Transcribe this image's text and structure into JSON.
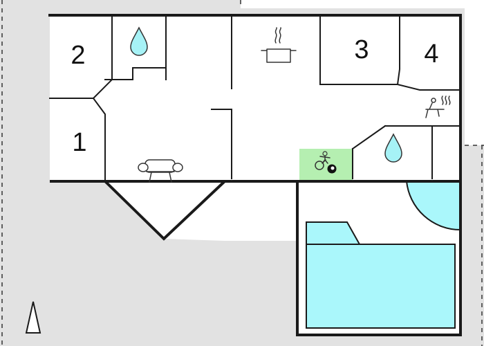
{
  "plan": {
    "rooms": [
      {
        "id": "bedroom-1",
        "label": "1"
      },
      {
        "id": "bedroom-2",
        "label": "2"
      },
      {
        "id": "bedroom-3",
        "label": "3"
      },
      {
        "id": "bedroom-4",
        "label": "4"
      }
    ],
    "icons": [
      "water-drop-icon",
      "stove-pot-icon",
      "sofa-icon",
      "sauna-icon",
      "table-tennis-billiards-icon",
      "north-arrow-icon"
    ],
    "colors": {
      "background_grey": "#e2e2e2",
      "pool_water": "#aaf7fb",
      "drop_fill": "#a6f2f6",
      "game_room": "#b5efb1",
      "walls": "#1a1a1a"
    }
  }
}
